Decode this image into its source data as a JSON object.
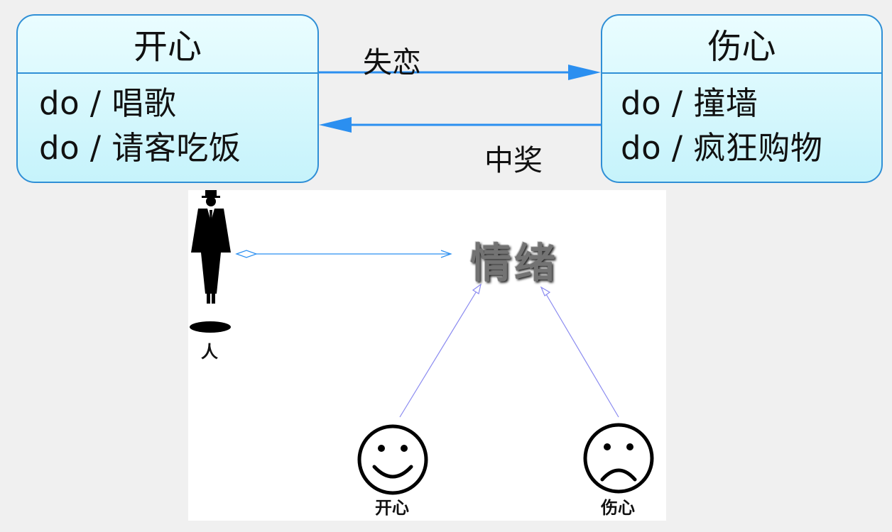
{
  "state_happy": {
    "title": "开心",
    "activities": [
      "do / 唱歌",
      "do / 请客吃饭"
    ]
  },
  "state_sad": {
    "title": "伤心",
    "activities": [
      "do / 撞墙",
      "do / 疯狂购物"
    ]
  },
  "transitions": {
    "happy_to_sad": "失恋",
    "sad_to_happy": "中奖"
  },
  "class_diagram": {
    "person_label": "人",
    "emotion_label": "情绪",
    "happy_label": "开心",
    "sad_label": "伤心"
  },
  "colors": {
    "state_border": "#2f8fd6",
    "state_fill": "#c6f3fb",
    "transition_arrow": "#2b8ff0",
    "inheritance_line": "#8a8af0"
  }
}
